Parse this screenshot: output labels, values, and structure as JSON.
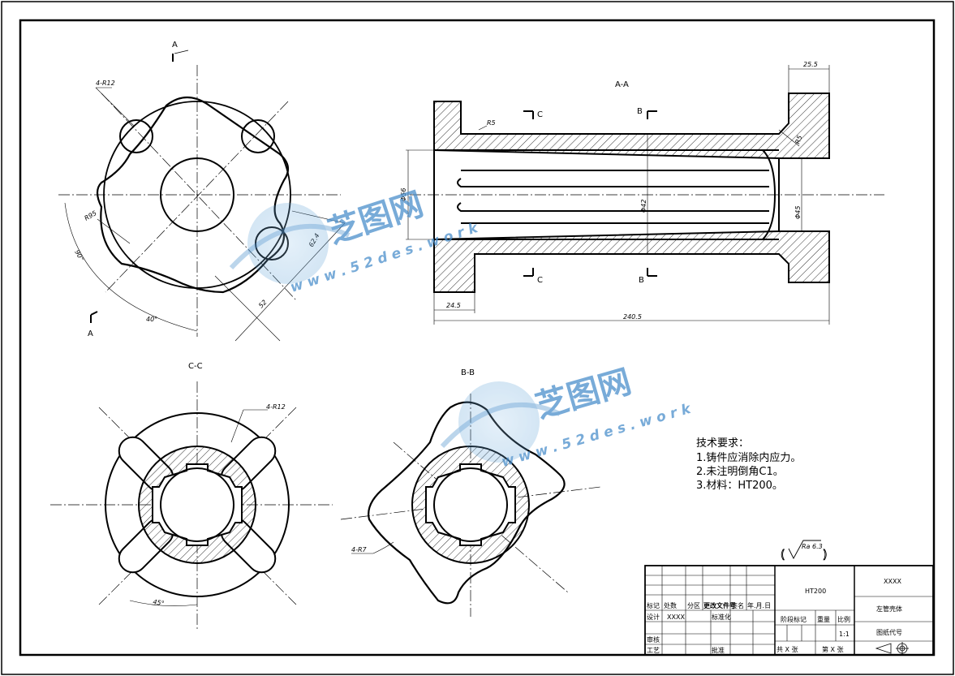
{
  "views": {
    "section_aa": "A-A",
    "section_cc": "C-C",
    "section_bb": "B-B",
    "marker_a": "A",
    "marker_b": "B",
    "marker_c": "C"
  },
  "dimensions": {
    "front_r12": "4-R12",
    "front_r95": "R95",
    "front_90": "90°",
    "front_40": "40°",
    "front_62": "62.4",
    "front_52": "52",
    "aa_r5_left": "R5",
    "aa_r5_right": "R5",
    "aa_25_5": "25.5",
    "aa_24_5": "24.5",
    "aa_240": "240.5",
    "aa_d56": "Φ56",
    "aa_d42": "Φ42",
    "aa_d45": "Φ45",
    "cc_r12": "4-R12",
    "cc_45": "45°",
    "bb_r7": "4-R7"
  },
  "roughness": "Ra 6.3",
  "tech_requirements": {
    "title": "技术要求：",
    "items": [
      "1.铸件应消除内应力。",
      "2.未注明倒角C1。",
      "3.材料：HT200。"
    ]
  },
  "watermark": {
    "brand": "芝图网",
    "url": "w w w . 5 2 d e s . w o r k"
  },
  "title_block": {
    "material": "HT200",
    "company": "XXXX",
    "part_name": "左管壳体",
    "drawing_no_label": "图纸代号",
    "rev_headers": [
      "标记",
      "处数",
      "分区",
      "更改文件号",
      "签名",
      "年.月.日"
    ],
    "design": "设计",
    "designer": "XXXX",
    "standardize": "标准化",
    "review": "审核",
    "process": "工艺",
    "approve": "批准",
    "stage_mark": "阶段标记",
    "weight": "重量",
    "scale": "比例",
    "scale_value": "1:1",
    "total_sheets": "共  X  张",
    "sheet_no": "第  X  张"
  }
}
